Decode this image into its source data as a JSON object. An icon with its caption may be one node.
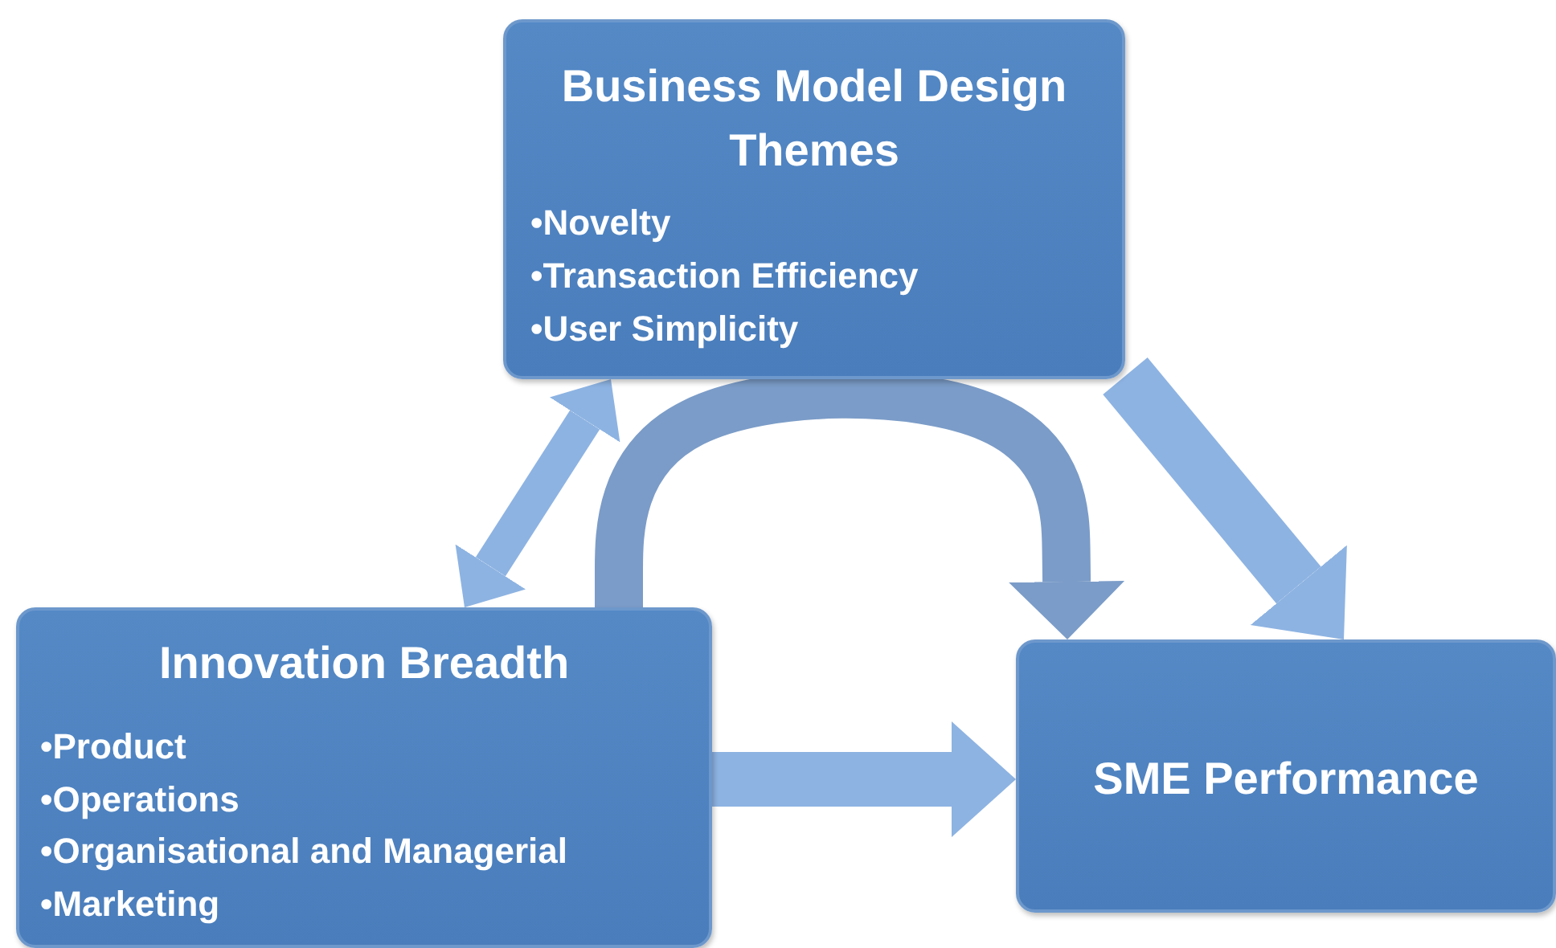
{
  "diagram": {
    "nodes": [
      {
        "text": [
          "Business Model Design Themes",
          "•Novelty",
          "•Transaction Efficiency",
          "•User Simplicity"
        ]
      },
      {
        "text": [
          "Innovation Breadth",
          "•Product",
          "•Operations",
          "•Organisational and Managerial",
          "•Marketing"
        ]
      },
      {
        "text": [
          "SME Performance"
        ]
      }
    ],
    "edges": [
      {
        "from": 1,
        "to": 0,
        "arrow": "both"
      },
      {
        "from": 1,
        "to": 2,
        "arrow": "to"
      },
      {
        "from": 0,
        "to": 2,
        "arrow": "to"
      },
      {
        "from": 1,
        "to": 2,
        "arrow": "to"
      }
    ]
  }
}
